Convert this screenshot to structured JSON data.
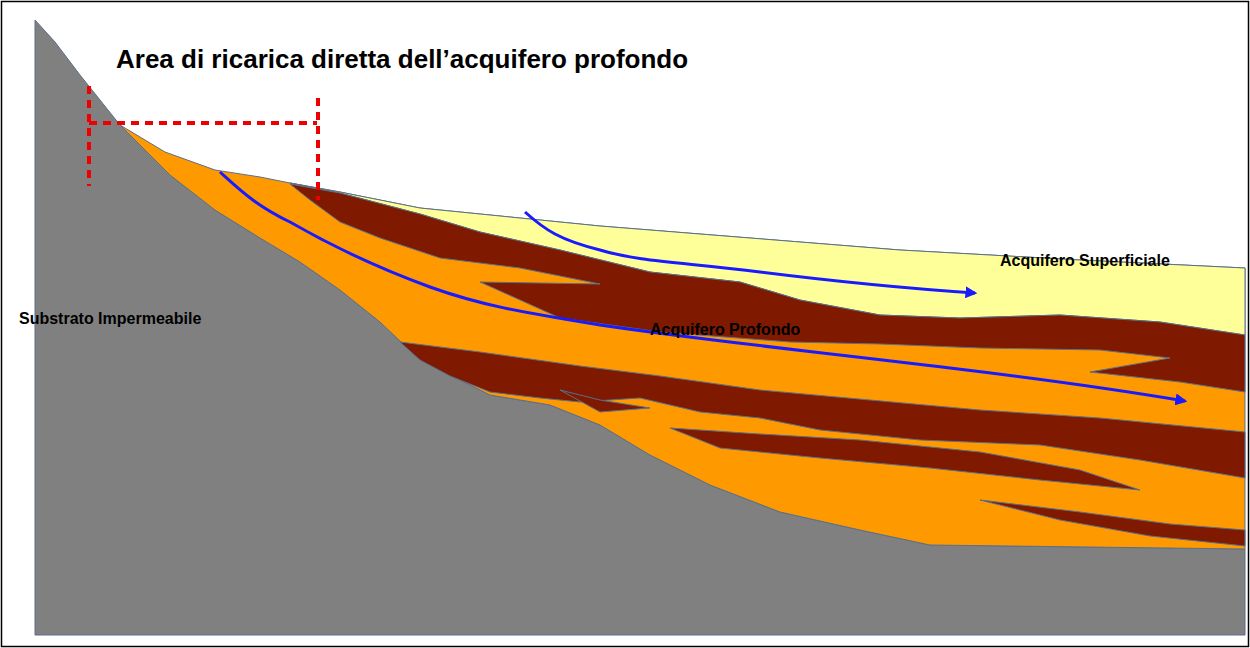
{
  "diagram": {
    "title": "Area di ricarica diretta dell’acquifero profondo",
    "labels": [
      "Acquifero Superficiale",
      "Substrato Impermeabile",
      "Acquifero Profondo"
    ]
  }
}
